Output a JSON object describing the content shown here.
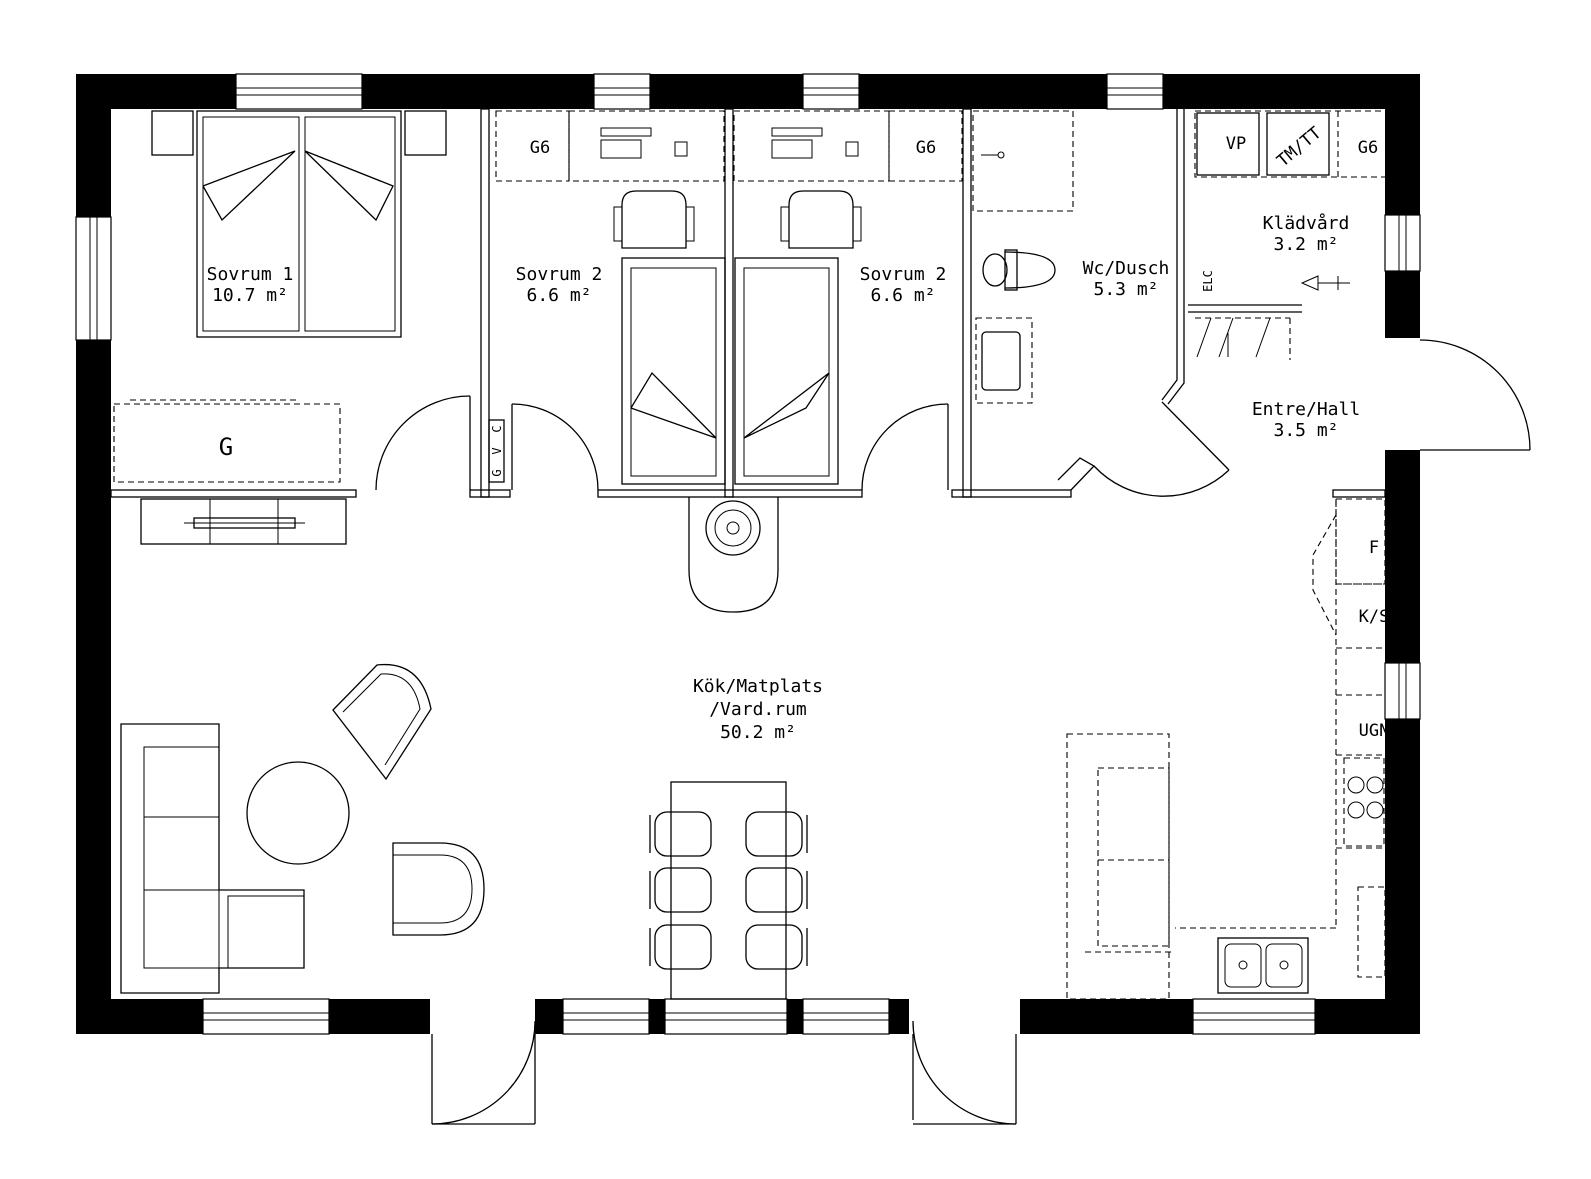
{
  "rooms": {
    "sovrum1": {
      "name": "Sovrum 1",
      "area": "10.7 m²"
    },
    "sovrum2a": {
      "name": "Sovrum 2",
      "area": "6.6 m²"
    },
    "sovrum2b": {
      "name": "Sovrum 2",
      "area": "6.6 m²"
    },
    "wc": {
      "name": "Wc/Dusch",
      "area": "5.3 m²"
    },
    "kladvard": {
      "name": "Klädvård",
      "area": "3.2 m²"
    },
    "entre": {
      "name": "Entre/Hall",
      "area": "3.5 m²"
    },
    "kok": {
      "name_line1": "Kök/Matplats",
      "name_line2": "/Vard.rum",
      "area": "50.2 m²"
    }
  },
  "labels": {
    "g6_a": "G6",
    "g6_b": "G6",
    "g6_c": "G6",
    "vp": "VP",
    "tmtt": "TM/TT",
    "elc": "ELC",
    "garderob": "G",
    "gvc_g": "G",
    "gvc_v": "V",
    "gvc_c": "C",
    "kyl": "F",
    "ks": "K/S",
    "ugn": "UGN"
  }
}
